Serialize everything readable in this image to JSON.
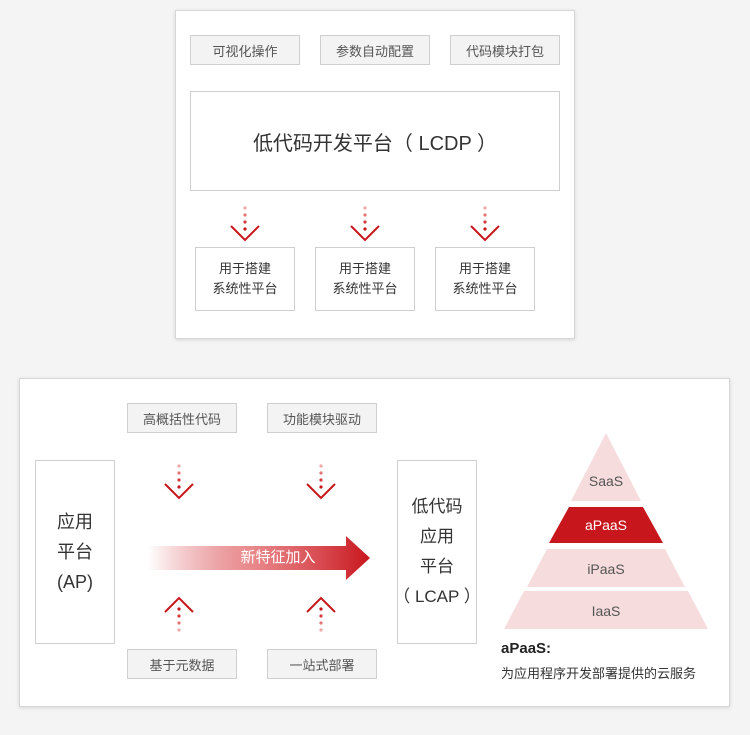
{
  "top": {
    "chips": [
      "可视化操作",
      "参数自动配置",
      "代码模块打包"
    ],
    "main_title": "低代码开发平台（ LCDP ）",
    "platforms": [
      {
        "line1": "用于搭建",
        "line2": "系统性平台"
      },
      {
        "line1": "用于搭建",
        "line2": "系统性平台"
      },
      {
        "line1": "用于搭建",
        "line2": "系统性平台"
      }
    ]
  },
  "bottom": {
    "top_chips": [
      "高概括性代码",
      "功能模块驱动"
    ],
    "bottom_chips": [
      "基于元数据",
      "一站式部署"
    ],
    "ap": {
      "line1": "应用",
      "line2": "平台",
      "line3": "(AP)"
    },
    "feature_label": "新特征加入",
    "lcap": {
      "line1": "低代码",
      "line2": "应用",
      "line3": "平台",
      "line4": "（ LCAP ）"
    }
  },
  "pyramid": {
    "tiers": [
      "SaaS",
      "aPaaS",
      "iPaaS",
      "IaaS"
    ],
    "highlight_index": 1,
    "caption_title": "aPaaS:",
    "caption_desc": "为应用程序开发部署提供的云服务"
  },
  "colors": {
    "accent": "#c8161d",
    "tier_light": "#f6dcdc",
    "chip_bg": "#f3f3f3"
  }
}
